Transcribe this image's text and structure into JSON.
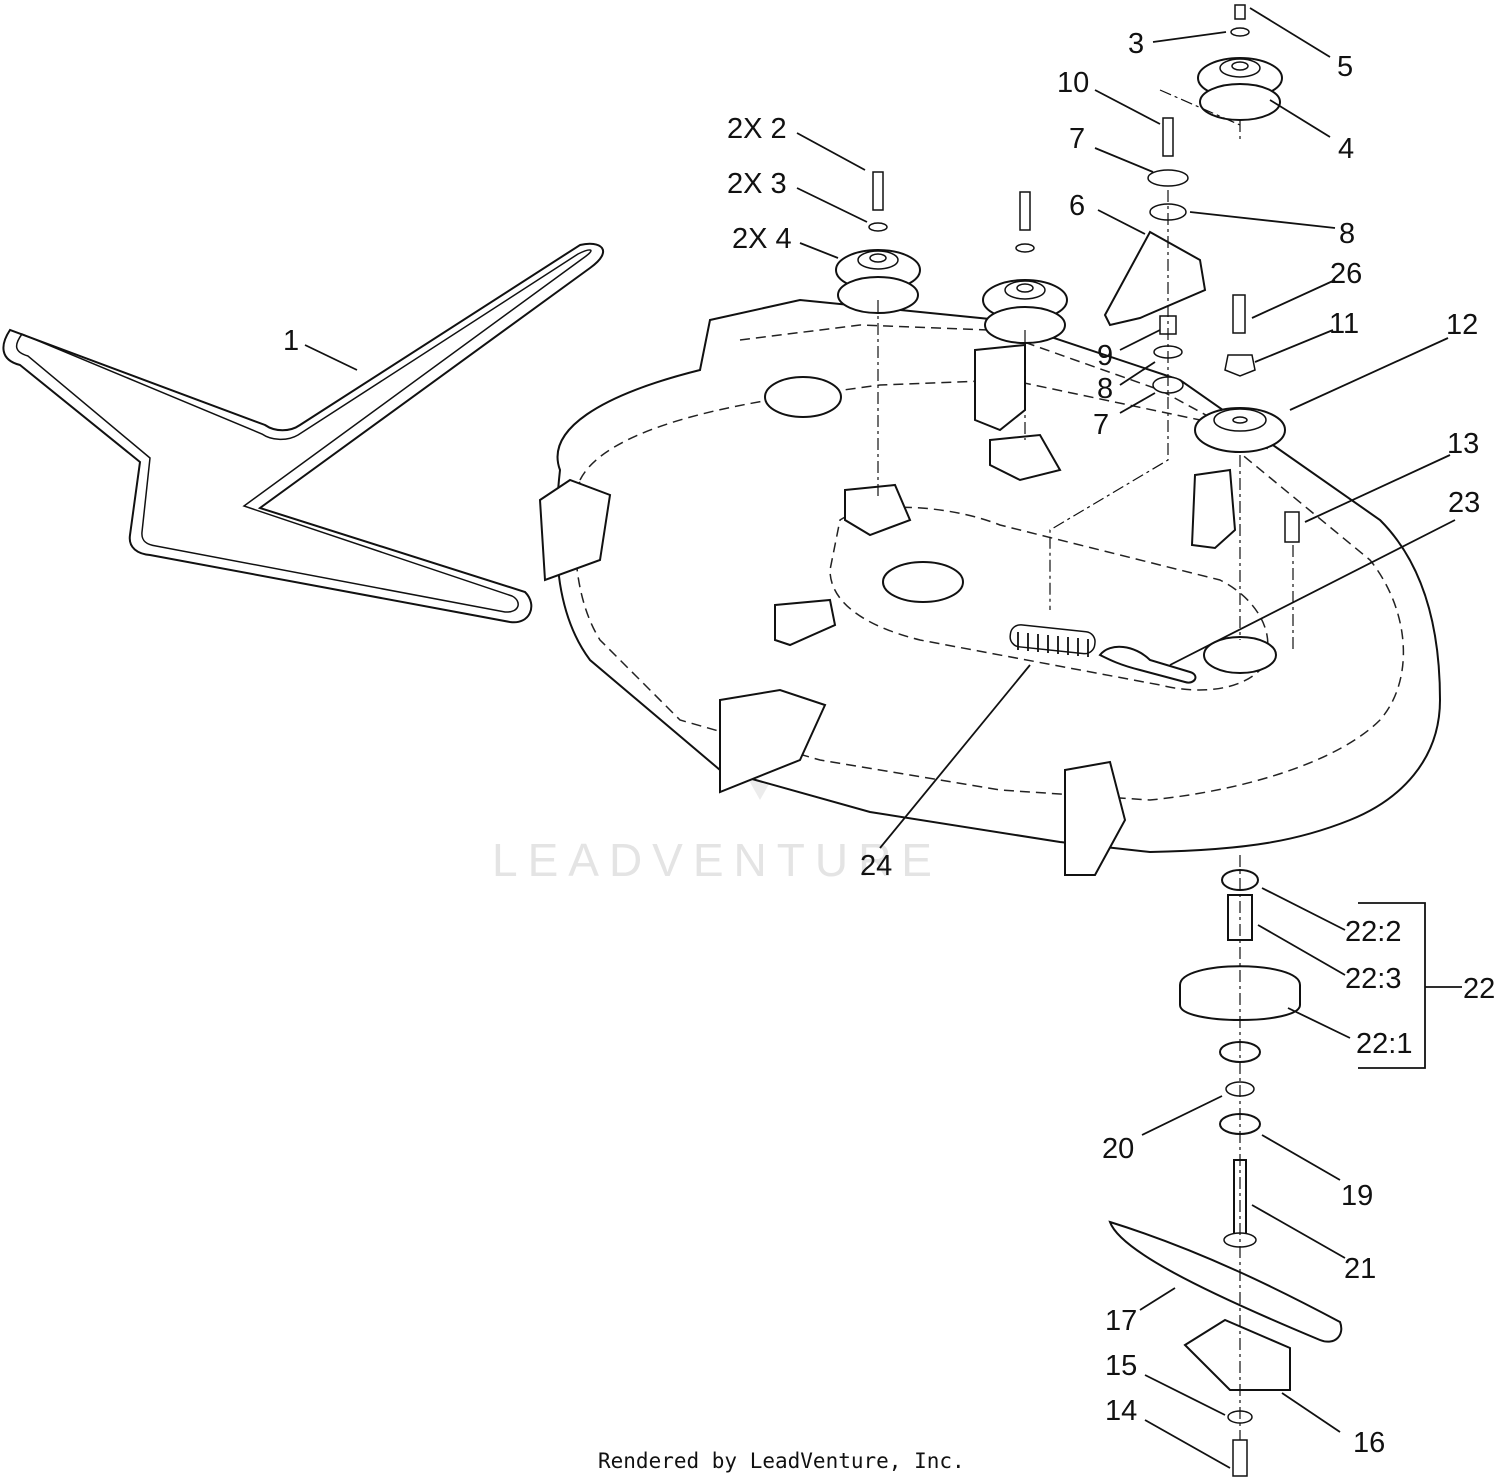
{
  "labels": {
    "l1": "1",
    "l2x2": "2X 2",
    "l2x3": "2X 3",
    "l2x4": "2X 4",
    "l3": "3",
    "l4": "4",
    "l5": "5",
    "l6": "6",
    "l7a": "7",
    "l7b": "7",
    "l8a": "8",
    "l8b": "8",
    "l9": "9",
    "l10": "10",
    "l11": "11",
    "l12": "12",
    "l13": "13",
    "l14": "14",
    "l15": "15",
    "l16": "16",
    "l17": "17",
    "l19": "19",
    "l20": "20",
    "l21": "21",
    "l22": "22",
    "l22_1": "22:1",
    "l22_2": "22:2",
    "l22_3": "22:3",
    "l23": "23",
    "l24": "24",
    "l26": "26"
  },
  "watermark": "LEADVENTURE",
  "footer": "Rendered by LeadVenture, Inc."
}
